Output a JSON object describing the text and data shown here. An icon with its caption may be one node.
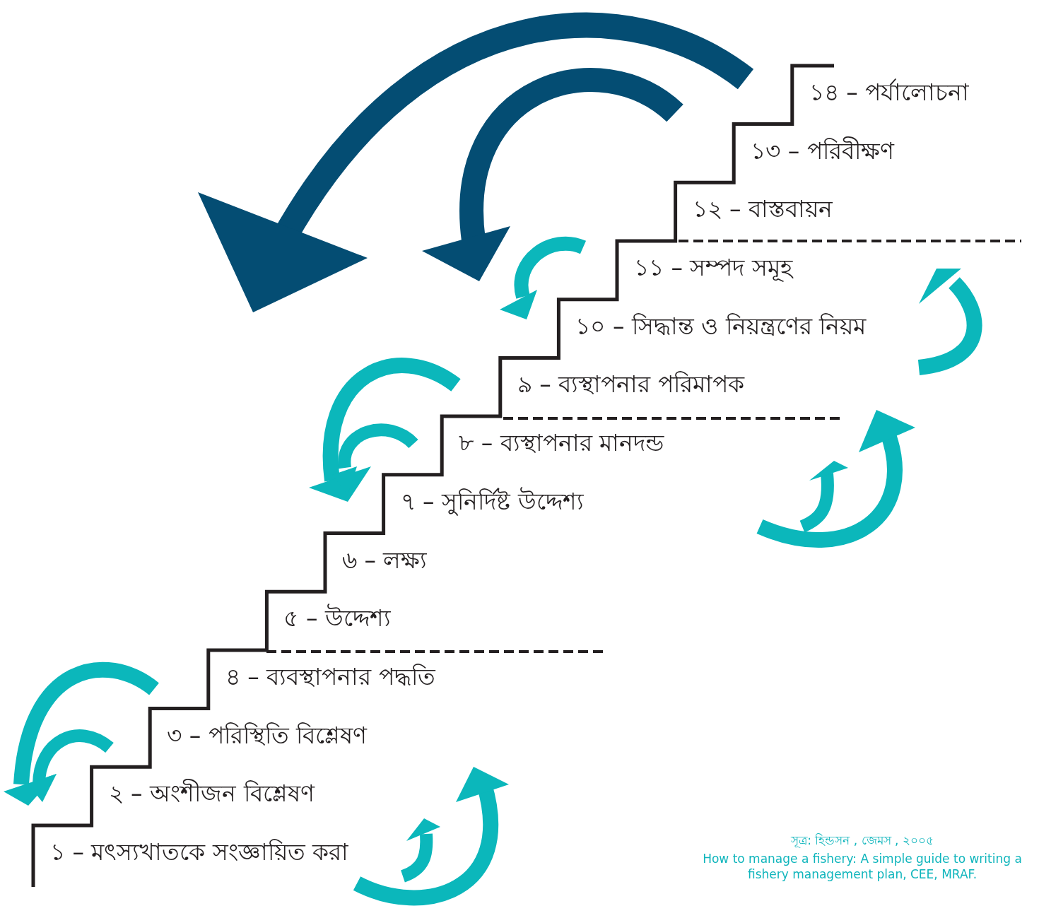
{
  "diagram": {
    "labels": [
      "১৪ – পর্যালোচনা",
      "১৩ – পরিবীক্ষণ",
      "১২ – বাস্তবায়ন",
      "১১ – সম্পদ সমূহ",
      "১০ – সিদ্ধান্ত ও নিয়ন্ত্রণের নিয়ম",
      "৯ – ব্যস্থাপনার পরিমাপক",
      "৮ – ব্যস্থাপনার মানদন্ড",
      "৭ – সুনির্দিষ্ট উদ্দেশ্য",
      "৬ – লক্ষ্য",
      "৫ – উদ্দেশ্য",
      "৪ – ব্যবস্থাপনার পদ্ধতি",
      "৩ – পরিস্থিতি বিশ্লেষণ",
      "২ – অংশীজন বিশ্লেষণ",
      "১ – মৎস্যখাতকে সংজ্ঞায়িত করা",
      "সূত্র: হিন্ডসন , জেমস , ২০০৫",
      "How to manage a fishery: A simple guide to writing a fishery management plan, CEE, MRAF."
    ]
  }
}
